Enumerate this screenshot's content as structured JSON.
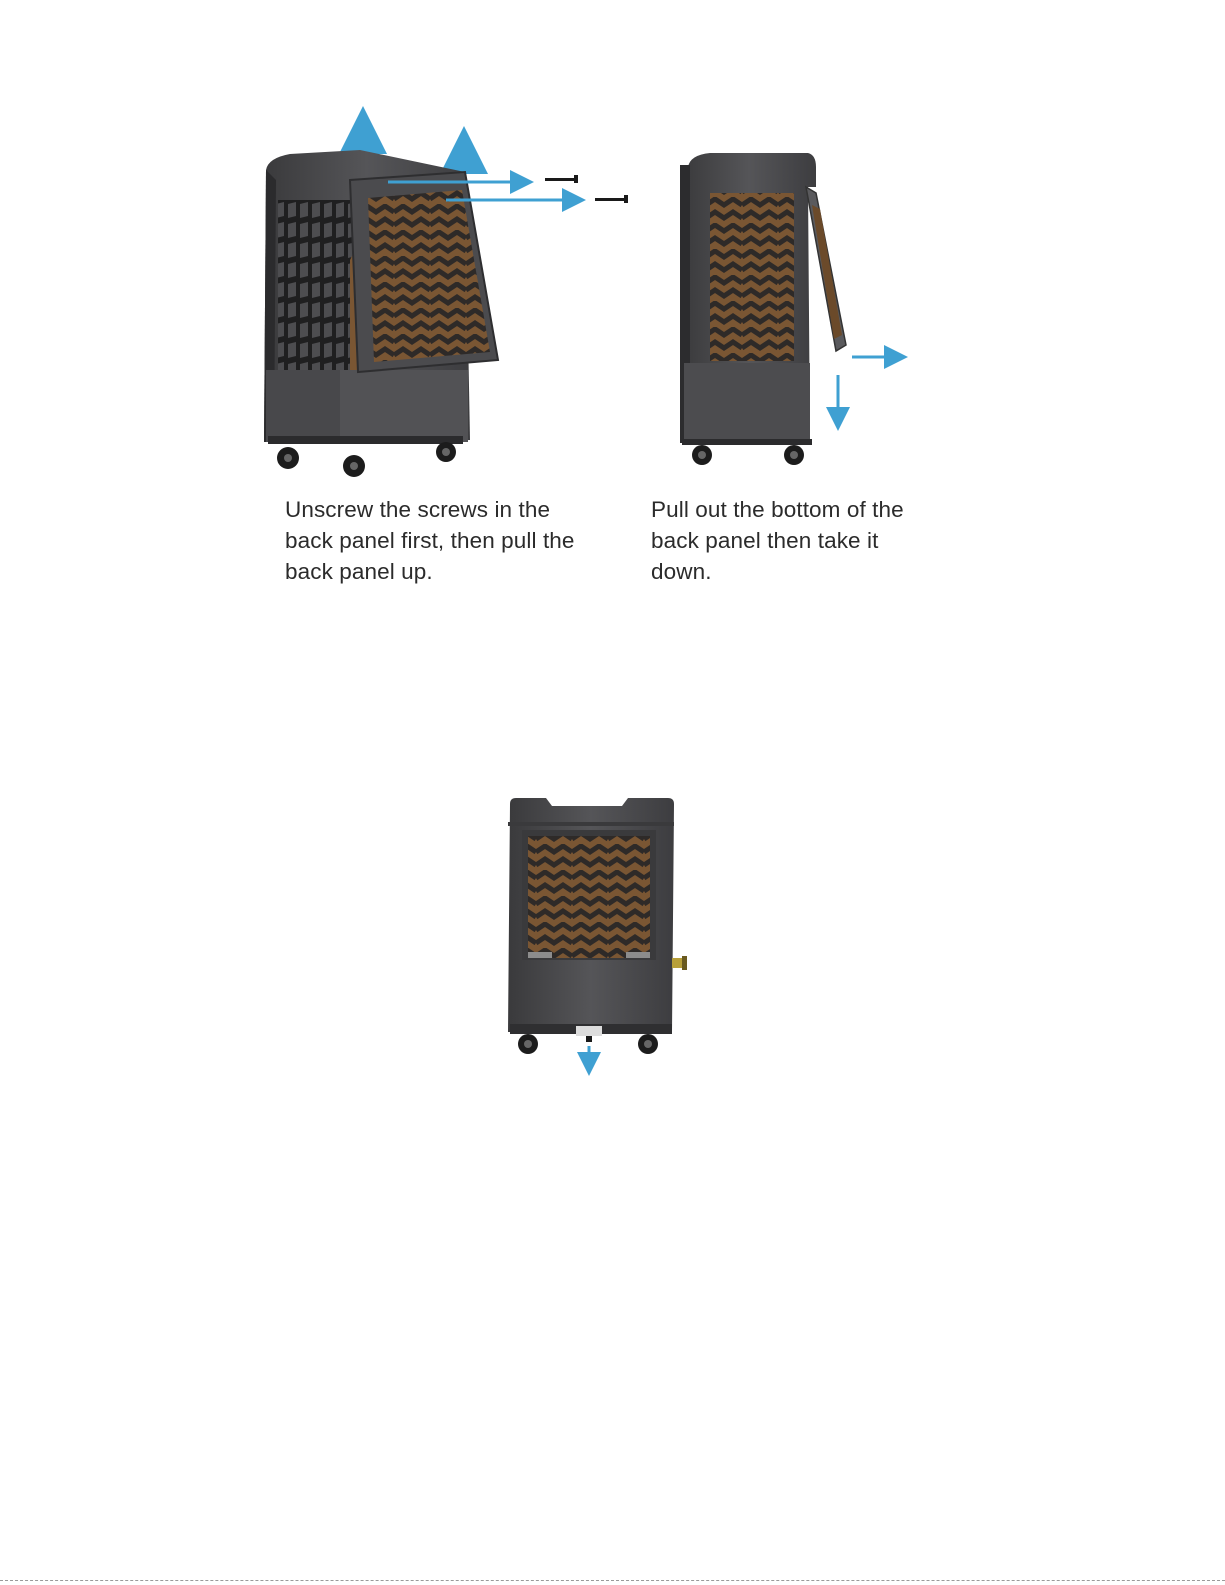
{
  "captions": {
    "step_left": [
      "Unscrew the screws in the",
      "back panel first, then pull the",
      "back panel up."
    ],
    "step_right": [
      "Pull out the bottom of the",
      "back panel then take it",
      "down."
    ]
  },
  "colors": {
    "arrow": "#3fa0d2",
    "housing": "#4a4a4d",
    "housing_dark": "#2f2f31",
    "pad": "#6b4a2a",
    "grille": "#3a3a3c"
  },
  "figures": [
    {
      "name": "cooler-perspective-back-panel-lifted",
      "icon": "cooler-illustration"
    },
    {
      "name": "cooler-side-back-panel-removed",
      "icon": "cooler-illustration"
    },
    {
      "name": "cooler-rear-drain-plug",
      "icon": "cooler-illustration"
    }
  ]
}
